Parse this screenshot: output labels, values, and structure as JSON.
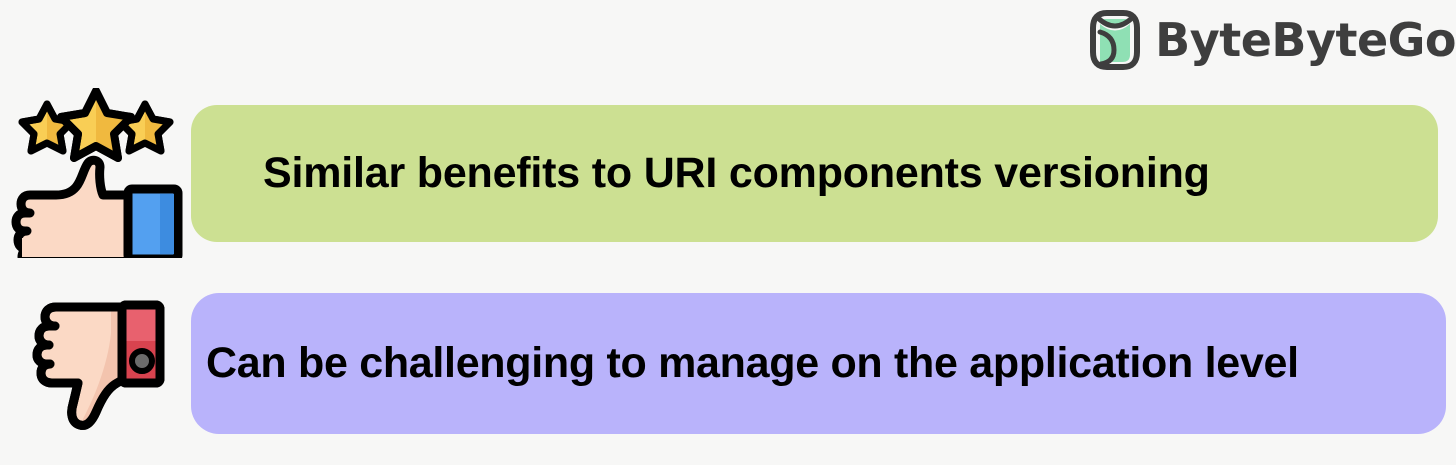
{
  "background_color": "#f7f7f6",
  "brand": {
    "name": "ByteByteGo",
    "logo_icon": "bytebytego-book-logo-icon",
    "text_color": "#3e3e3e",
    "mark_fill": "#8fe0b4",
    "mark_stroke": "#3e3e3e"
  },
  "rows": [
    {
      "id": "pro",
      "sentiment": "positive",
      "icon": "thumbs-up-with-three-stars-icon",
      "icon_colors": {
        "star": "#f9ce55",
        "star_shade": "#f0b93f",
        "hand": "#fbd9c5",
        "hand_shade": "#f6c7ad",
        "cuff": "#53a0f0",
        "cuff_shade": "#3d8ce0",
        "outline": "#000000"
      },
      "pill_color": "#cce092",
      "text": "Similar benefits to URI components versioning"
    },
    {
      "id": "con",
      "sentiment": "negative",
      "icon": "thumbs-down-icon",
      "icon_colors": {
        "hand": "#fbd9c5",
        "hand_shade": "#f3c4ae",
        "cuff": "#e8616e",
        "cuff_shade": "#d8434f",
        "cuff_button": "#6b6b6b",
        "outline": "#000000"
      },
      "pill_color": "#b9b3fb",
      "text": "Can be challenging to manage on the application level"
    }
  ]
}
